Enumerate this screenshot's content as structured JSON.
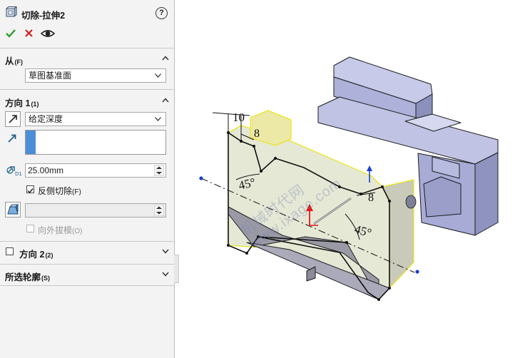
{
  "feature": {
    "title": "切除-拉伸2",
    "help": "?",
    "icon": "extrude-cut-icon"
  },
  "actions": {
    "ok": "confirm-check-icon",
    "cancel": "cancel-x-icon",
    "preview": "preview-eye-icon"
  },
  "from_section": {
    "title": "从",
    "shortcut": "(F)",
    "selected": "草图基准面"
  },
  "direction1": {
    "title": "方向 1",
    "shortcut": "(1)",
    "end_condition": "给定深度",
    "depth": "25.00mm",
    "flip_side_label": "反侧切除",
    "flip_side_shortcut": "(F)",
    "flip_side_checked": true,
    "draft_angle": "",
    "draft_outward_label": "向外拔模",
    "draft_outward_shortcut": "(O)",
    "draft_outward_checked": false
  },
  "direction2": {
    "title": "方向 2",
    "shortcut": "(2)",
    "checked": false
  },
  "selected_contours": {
    "title": "所选轮廓",
    "shortcut": "(S)"
  },
  "viewport": {
    "dimensions": [
      "10",
      "8",
      "45°",
      "8",
      "45°"
    ],
    "watermark_cn": "机械时代网",
    "watermark_url": "www.ixage.com"
  },
  "colors": {
    "panel_bg": "#f3f3f3",
    "accent_blue": "#4a8fd8",
    "ok_green": "#2e9b2e",
    "cancel_red": "#d02020",
    "part_body": "#b9bce0",
    "cut_preview": "#e9ecd8",
    "preview_edge": "#f0ea20"
  }
}
